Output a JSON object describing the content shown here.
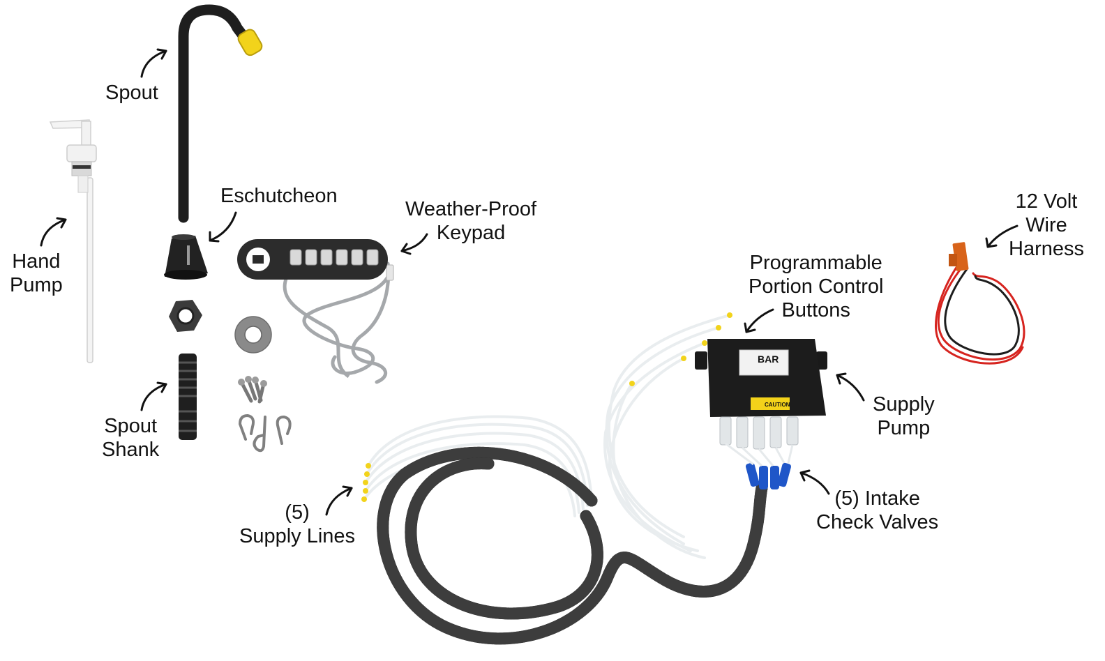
{
  "colors": {
    "background": "#ffffff",
    "text": "#111111",
    "component_black": "#1e1e1e",
    "cap_yellow": "#f2d31b",
    "tubing": "#e9edef",
    "check_valve_blue": "#1f56c8",
    "wire_red": "#d6241f",
    "connector_orange": "#d8631a",
    "keypad_cable_gray": "#a5a8ab",
    "caution_yellow": "#f3d21a"
  },
  "labels": [
    {
      "id": "spout",
      "lines": [
        "Spout"
      ]
    },
    {
      "id": "hand-pump",
      "lines": [
        "Hand",
        "Pump"
      ]
    },
    {
      "id": "eschutcheon",
      "lines": [
        "Eschutcheon"
      ]
    },
    {
      "id": "weather-proof-keypad",
      "lines": [
        "Weather-Proof",
        "Keypad"
      ]
    },
    {
      "id": "spout-shank",
      "lines": [
        "Spout",
        "Shank"
      ]
    },
    {
      "id": "programmable-portion-control-buttons",
      "lines": [
        "Programmable",
        "Portion Control",
        "Buttons"
      ]
    },
    {
      "id": "12-volt-wire-harness",
      "lines": [
        "12 Volt",
        "Wire",
        "Harness"
      ]
    },
    {
      "id": "supply-pump",
      "lines": [
        "Supply",
        "Pump"
      ]
    },
    {
      "id": "intake-check-valves",
      "lines": [
        "(5) Intake",
        "Check Valves"
      ]
    },
    {
      "id": "supply-lines",
      "lines": [
        "(5)",
        "Supply Lines"
      ]
    }
  ],
  "product_text": {
    "pump_brand": "BAR",
    "caution_label": "CAUTION"
  }
}
